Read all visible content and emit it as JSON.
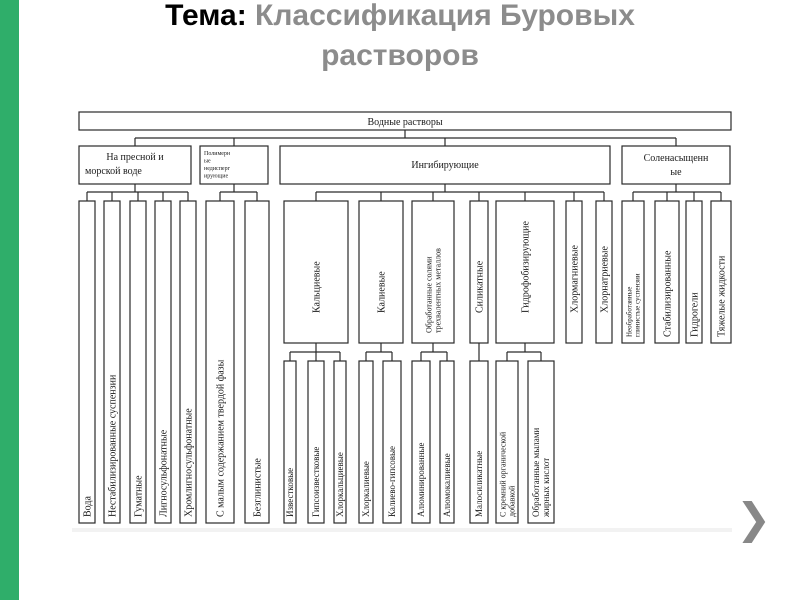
{
  "slide": {
    "title_prefix": "Тема:",
    "title_line1": "Классификация Буровых",
    "title_line2": "растворов",
    "next_icon": "chevron-right-icon",
    "next_glyph": "❯",
    "accent_color": "#2fae6a"
  },
  "diagram": {
    "root": "Водные растворы",
    "groups": [
      {
        "label": "На пресной и морской воде",
        "items": [
          "Вода",
          "Нестабилизированные суспензии",
          "Гуматные",
          "Лигносульфонатные",
          "Хромлигносульфонатные"
        ]
      },
      {
        "label": "Полимерные недиспергирующие",
        "items": [
          "С малым содержанием твердой фазы",
          "Безглинистые"
        ]
      },
      {
        "label": "Ингибирующие",
        "items": [
          {
            "label": "Кальциевые",
            "children": [
              "Известковые",
              "Гипсоизвестковые",
              "Хлоркальциевые"
            ]
          },
          {
            "label": "Калиевые",
            "children": [
              "Хлоркалиевые",
              "Калиево-гипсовые"
            ]
          },
          {
            "label": "Обработанные солями трехвалентных металлов",
            "children": [
              "Алюминированные",
              "Алюмокалиевые"
            ]
          },
          {
            "label": "Силикатные",
            "children": [
              "Малосиликатные"
            ]
          },
          {
            "label": "Гидрофобизирующие",
            "children": [
              "С кремний органической добавкой",
              "Обработанные мылами жирных кислот"
            ]
          },
          {
            "label": "Хлормагниевые",
            "children": []
          },
          {
            "label": "Хлорнатриевые",
            "children": []
          }
        ]
      },
      {
        "label": "Соленасыщенные",
        "items": [
          "Необработанные глинистые суспензии",
          "Стабилизированные",
          "Гидрогели",
          "Тяжелые жидкости"
        ]
      }
    ]
  }
}
